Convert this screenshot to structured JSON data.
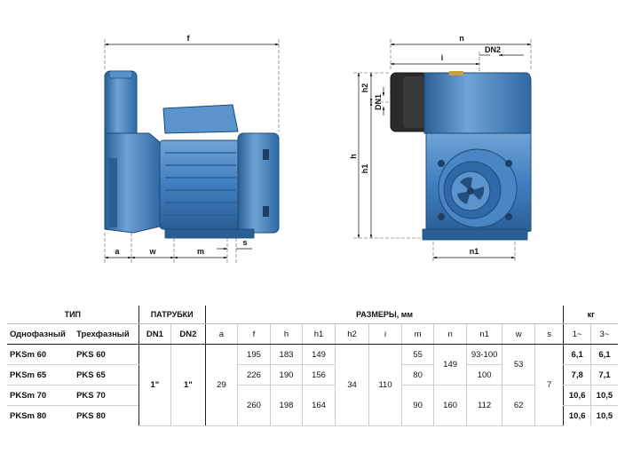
{
  "drawing": {
    "side_view_dims": [
      "f",
      "a",
      "w",
      "m",
      "s"
    ],
    "front_view_dims": [
      "n",
      "DN2",
      "i",
      "h2",
      "DN1",
      "h",
      "h1",
      "n1"
    ]
  },
  "table": {
    "groups": {
      "type": "ТИП",
      "ports": "ПАТРУБКИ",
      "dims": "РАЗМЕРЫ, мм",
      "weight": "кг"
    },
    "columns": {
      "single_phase": "Однофазный",
      "three_phase": "Трехфазный",
      "dn1": "DN1",
      "dn2": "DN2",
      "a": "a",
      "f": "f",
      "h": "h",
      "h1": "h1",
      "h2": "h2",
      "i": "i",
      "m": "m",
      "n": "n",
      "n1": "n1",
      "w": "w",
      "s": "s",
      "kg1": "1~",
      "kg3": "3~"
    },
    "rows": [
      {
        "single": "PKSm 60",
        "three": "PKS 60",
        "f": "195",
        "h": "183",
        "h1": "149",
        "m": "55",
        "n1": "93-100",
        "kg1": "6,1",
        "kg3": "6,1"
      },
      {
        "single": "PKSm 65",
        "three": "PKS 65",
        "f": "226",
        "h": "190",
        "h1": "156",
        "m": "80",
        "n1": "100",
        "kg1": "7,8",
        "kg3": "7,1"
      },
      {
        "single": "PKSm 70",
        "three": "PKS 70",
        "f": "",
        "h": "",
        "h1": "",
        "m": "",
        "n1": "",
        "kg1": "10,6",
        "kg3": "10,5"
      },
      {
        "single": "PKSm 80",
        "three": "PKS 80",
        "f": "",
        "h": "",
        "h1": "",
        "m": "",
        "n1": "",
        "kg1": "10,6",
        "kg3": "10,5"
      }
    ],
    "merged": {
      "dn1": "1\"",
      "dn2": "1\"",
      "a": "29",
      "h2": "34",
      "i": "110",
      "s": "7",
      "n_60_65": "149",
      "w_60_65": "53",
      "f_70_80": "260",
      "h_70_80": "198",
      "h1_70_80": "164",
      "m_70_80": "90",
      "n_70_80": "160",
      "n1_70_80": "112",
      "w_70_80": "62"
    }
  },
  "colors": {
    "pump_body": "#3f7fbf",
    "pump_dark": "#2a5f95",
    "pump_light": "#6fa3d6",
    "black_parts": "#2b2b2b",
    "line": "#111111"
  }
}
